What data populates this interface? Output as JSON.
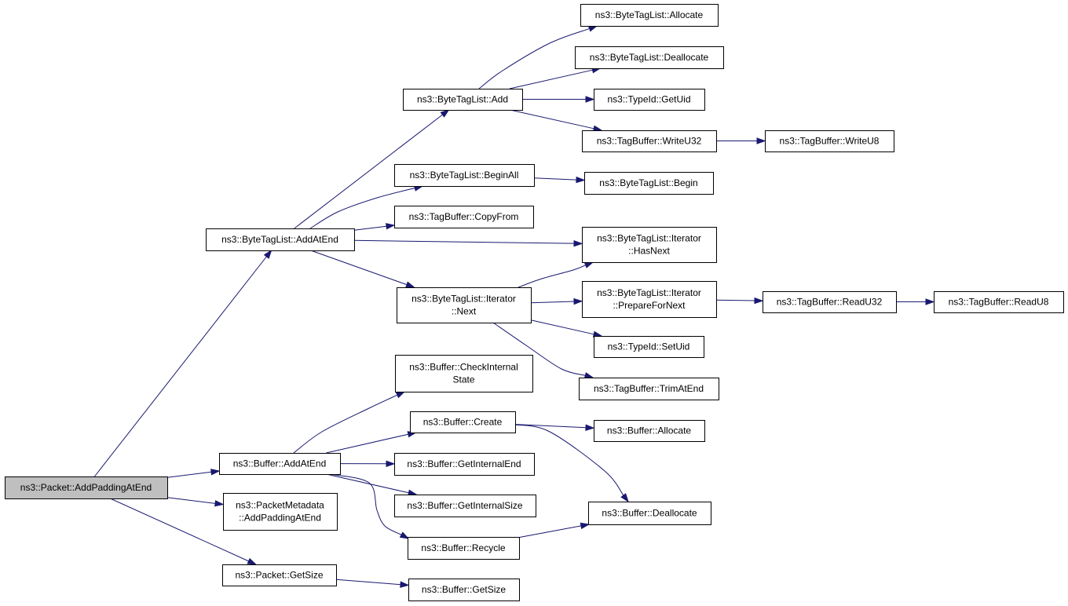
{
  "graph": {
    "kind": "doxygen-call-graph",
    "colors": {
      "edge": "#191970",
      "root_fill": "#bfbfbf",
      "node_fill": "#ffffff",
      "node_border": "#000000"
    },
    "nodes": [
      {
        "id": "pkt_addpad",
        "lines": [
          "ns3::Packet::AddPaddingAtEnd"
        ],
        "root": true
      },
      {
        "id": "btl_addatend",
        "lines": [
          "ns3::ByteTagList::AddAtEnd"
        ]
      },
      {
        "id": "buf_addatend",
        "lines": [
          "ns3::Buffer::AddAtEnd"
        ]
      },
      {
        "id": "pmd_addpad",
        "lines": [
          "ns3::PacketMetadata",
          "::AddPaddingAtEnd"
        ]
      },
      {
        "id": "pkt_getsize",
        "lines": [
          "ns3::Packet::GetSize"
        ]
      },
      {
        "id": "btl_add",
        "lines": [
          "ns3::ByteTagList::Add"
        ]
      },
      {
        "id": "btl_beginall",
        "lines": [
          "ns3::ByteTagList::BeginAll"
        ]
      },
      {
        "id": "tb_copyfrom",
        "lines": [
          "ns3::TagBuffer::CopyFrom"
        ]
      },
      {
        "id": "it_next",
        "lines": [
          "ns3::ByteTagList::Iterator",
          "::Next"
        ]
      },
      {
        "id": "btl_alloc",
        "lines": [
          "ns3::ByteTagList::Allocate"
        ]
      },
      {
        "id": "btl_dealloc",
        "lines": [
          "ns3::ByteTagList::Deallocate"
        ]
      },
      {
        "id": "tid_getuid",
        "lines": [
          "ns3::TypeId::GetUid"
        ]
      },
      {
        "id": "tb_writeu32",
        "lines": [
          "ns3::TagBuffer::WriteU32"
        ]
      },
      {
        "id": "tb_writeu8",
        "lines": [
          "ns3::TagBuffer::WriteU8"
        ]
      },
      {
        "id": "btl_begin",
        "lines": [
          "ns3::ByteTagList::Begin"
        ]
      },
      {
        "id": "it_hasnext",
        "lines": [
          "ns3::ByteTagList::Iterator",
          "::HasNext"
        ]
      },
      {
        "id": "it_prepare",
        "lines": [
          "ns3::ByteTagList::Iterator",
          "::PrepareForNext"
        ]
      },
      {
        "id": "tb_readu32",
        "lines": [
          "ns3::TagBuffer::ReadU32"
        ]
      },
      {
        "id": "tb_readu8",
        "lines": [
          "ns3::TagBuffer::ReadU8"
        ]
      },
      {
        "id": "tid_setuid",
        "lines": [
          "ns3::TypeId::SetUid"
        ]
      },
      {
        "id": "tb_trim",
        "lines": [
          "ns3::TagBuffer::TrimAtEnd"
        ]
      },
      {
        "id": "buf_check",
        "lines": [
          "ns3::Buffer::CheckInternal",
          "State"
        ]
      },
      {
        "id": "buf_create",
        "lines": [
          "ns3::Buffer::Create"
        ]
      },
      {
        "id": "buf_alloc",
        "lines": [
          "ns3::Buffer::Allocate"
        ]
      },
      {
        "id": "buf_getend",
        "lines": [
          "ns3::Buffer::GetInternalEnd"
        ]
      },
      {
        "id": "buf_getsize_int",
        "lines": [
          "ns3::Buffer::GetInternalSize"
        ]
      },
      {
        "id": "buf_dealloc",
        "lines": [
          "ns3::Buffer::Deallocate"
        ]
      },
      {
        "id": "buf_recycle",
        "lines": [
          "ns3::Buffer::Recycle"
        ]
      },
      {
        "id": "buf_getsize",
        "lines": [
          "ns3::Buffer::GetSize"
        ]
      }
    ],
    "edges": [
      [
        "pkt_addpad",
        "btl_addatend"
      ],
      [
        "pkt_addpad",
        "buf_addatend"
      ],
      [
        "pkt_addpad",
        "pmd_addpad"
      ],
      [
        "pkt_addpad",
        "pkt_getsize"
      ],
      [
        "btl_addatend",
        "btl_add"
      ],
      [
        "btl_addatend",
        "btl_beginall"
      ],
      [
        "btl_addatend",
        "tb_copyfrom"
      ],
      [
        "btl_addatend",
        "it_hasnext"
      ],
      [
        "btl_addatend",
        "it_next"
      ],
      [
        "btl_add",
        "btl_alloc"
      ],
      [
        "btl_add",
        "btl_dealloc"
      ],
      [
        "btl_add",
        "tid_getuid"
      ],
      [
        "btl_add",
        "tb_writeu32"
      ],
      [
        "tb_writeu32",
        "tb_writeu8"
      ],
      [
        "btl_beginall",
        "btl_begin"
      ],
      [
        "it_next",
        "it_hasnext"
      ],
      [
        "it_next",
        "it_prepare"
      ],
      [
        "it_next",
        "tid_setuid"
      ],
      [
        "it_next",
        "tb_trim"
      ],
      [
        "it_prepare",
        "tb_readu32"
      ],
      [
        "tb_readu32",
        "tb_readu8"
      ],
      [
        "buf_addatend",
        "buf_check"
      ],
      [
        "buf_addatend",
        "buf_create"
      ],
      [
        "buf_addatend",
        "buf_getend"
      ],
      [
        "buf_addatend",
        "buf_getsize_int"
      ],
      [
        "buf_addatend",
        "buf_recycle"
      ],
      [
        "buf_create",
        "buf_alloc"
      ],
      [
        "buf_create",
        "buf_dealloc"
      ],
      [
        "buf_recycle",
        "buf_dealloc"
      ],
      [
        "pkt_getsize",
        "buf_getsize"
      ]
    ]
  }
}
